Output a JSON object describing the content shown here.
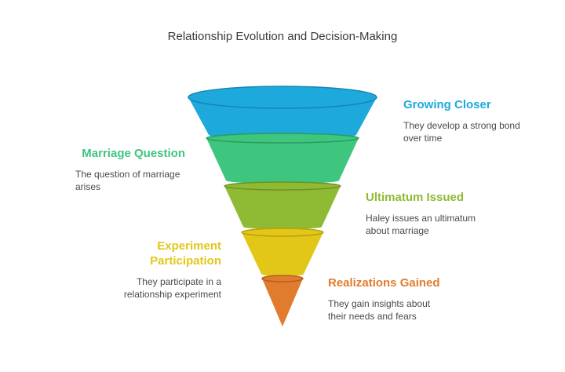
{
  "title": "Relationship Evolution and Decision-Making",
  "stages": [
    {
      "heading": "Growing Closer",
      "description": "They develop a strong bond over time",
      "color": "#1ea9dc",
      "ring_color": "#1587b2",
      "side": "right"
    },
    {
      "heading": "Marriage Question",
      "description": "The question of marriage arises",
      "color": "#3ec57e",
      "ring_color": "#2a9c60",
      "side": "left"
    },
    {
      "heading": "Ultimatum Issued",
      "description": "Haley issues an ultimatum about marriage",
      "color": "#8fba34",
      "ring_color": "#6f9224",
      "side": "right"
    },
    {
      "heading": "Experiment Participation",
      "description": "They participate in a relationship experiment",
      "color": "#e2c719",
      "ring_color": "#b89f0e",
      "side": "left"
    },
    {
      "heading": "Realizations Gained",
      "description": "They gain insights about their needs and fears",
      "color": "#e17c2f",
      "ring_color": "#b3601f",
      "side": "right"
    }
  ]
}
